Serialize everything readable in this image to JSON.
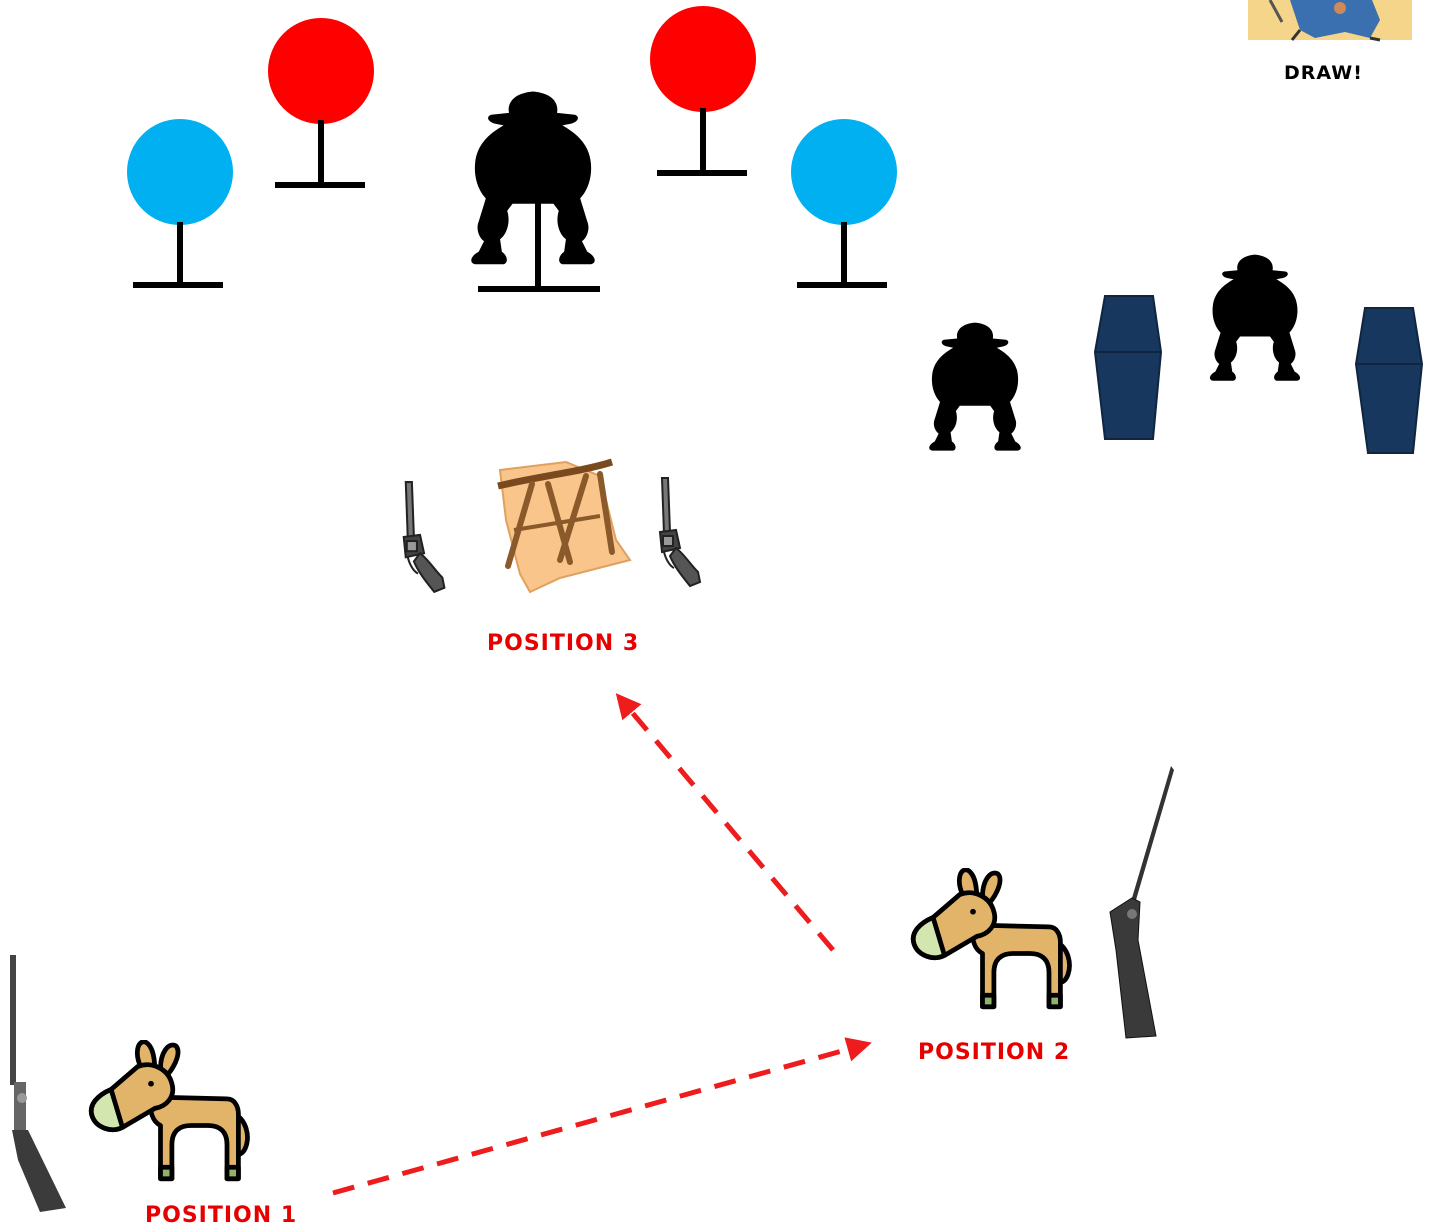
{
  "labels": {
    "draw": "DRAW!",
    "position_3": "POSITION 3",
    "position_2": "POSITION 2",
    "position_1": "POSITION 1"
  },
  "colors": {
    "label_red": "#e60000",
    "target_red": "#ff0000",
    "target_blue": "#00b0f0",
    "coffin": "#17375e",
    "arrow": "#ee1c1c",
    "donkey_body": "#e2b46a",
    "donkey_nose": "#d4e6b0",
    "donkey_hoof": "#8fb36a"
  },
  "icons": [
    "round-target-icon",
    "bandit-silhouette-icon",
    "coffin-target-icon",
    "revolver-icon",
    "sawhorse-table-icon",
    "donkey-icon",
    "rifle-icon",
    "shotgun-icon",
    "cowboy-clipart-icon",
    "dashed-arrow-icon"
  ]
}
